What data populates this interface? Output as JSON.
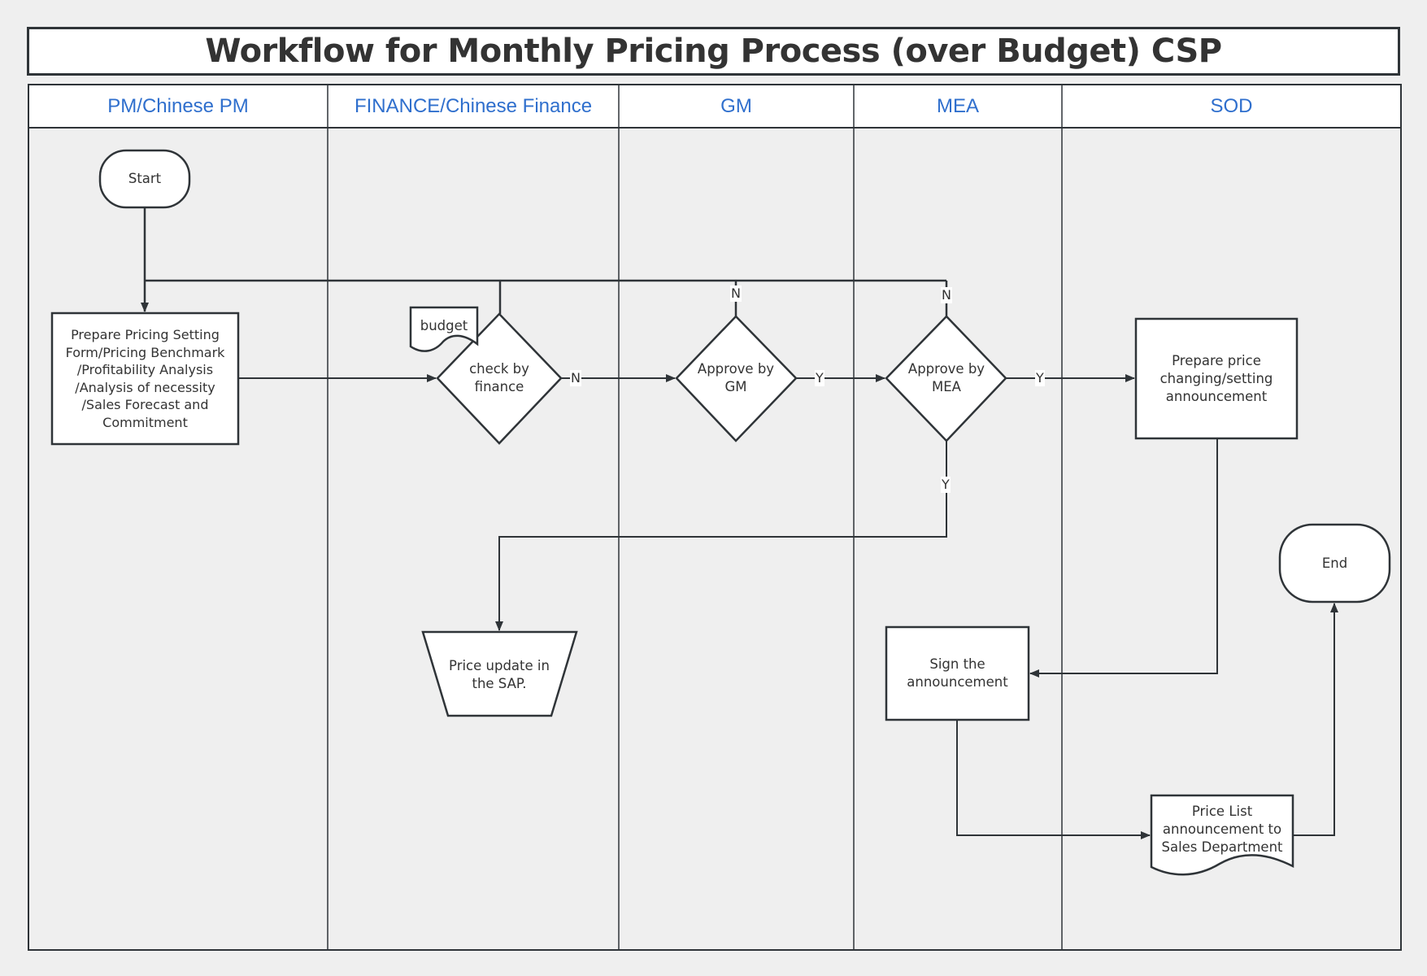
{
  "title": "Workflow for Monthly Pricing Process (over Budget) CSP",
  "colors": {
    "background": "#efefef",
    "lane_header_text": "#2f6fcd",
    "stroke": "#2f3438",
    "node_fill": "#ffffff"
  },
  "lanes": [
    {
      "id": "pm",
      "label": "PM/Chinese PM"
    },
    {
      "id": "finance",
      "label": "FINANCE/Chinese Finance"
    },
    {
      "id": "gm",
      "label": "GM"
    },
    {
      "id": "mea",
      "label": "MEA"
    },
    {
      "id": "sod",
      "label": "SOD"
    }
  ],
  "nodes": {
    "start": {
      "type": "terminator",
      "lane": "pm",
      "label": "Start"
    },
    "prepare_pricing": {
      "type": "process",
      "lane": "pm",
      "label": "Prepare Pricing Setting Form/Pricing Benchmark /Profitability Analysis /Analysis of necessity /Sales Forecast and Commitment"
    },
    "budget": {
      "type": "document",
      "lane": "finance",
      "label": "budget"
    },
    "check_finance": {
      "type": "decision",
      "lane": "finance",
      "label": "check by finance"
    },
    "approve_gm": {
      "type": "decision",
      "lane": "gm",
      "label": "Approve by GM"
    },
    "approve_mea": {
      "type": "decision",
      "lane": "mea",
      "label": "Approve by MEA"
    },
    "prepare_announcement": {
      "type": "process",
      "lane": "sod",
      "label": "Prepare price changing/setting announcement"
    },
    "price_update_sap": {
      "type": "manual-operation",
      "lane": "finance",
      "label": "Price update in the SAP."
    },
    "sign_announcement": {
      "type": "process",
      "lane": "mea",
      "label": "Sign the announcement"
    },
    "price_list_doc": {
      "type": "document",
      "lane": "sod",
      "label": "Price List announcement to Sales Department"
    },
    "end": {
      "type": "terminator",
      "lane": "sod",
      "label": "End"
    }
  },
  "edge_labels": {
    "finance_to_gm": "N",
    "gm_no": "N",
    "gm_to_mea": "Y",
    "mea_no": "N",
    "mea_to_sod": "Y",
    "mea_to_sap": "Y"
  },
  "edges": [
    {
      "from": "start",
      "to": "prepare_pricing",
      "label": ""
    },
    {
      "from": "prepare_pricing",
      "to": "check_finance",
      "label": ""
    },
    {
      "from": "check_finance",
      "to": "approve_gm",
      "label": "N"
    },
    {
      "from": "check_finance",
      "to": "prepare_pricing",
      "label": ""
    },
    {
      "from": "approve_gm",
      "to": "prepare_pricing",
      "label": "N"
    },
    {
      "from": "approve_gm",
      "to": "approve_mea",
      "label": "Y"
    },
    {
      "from": "approve_mea",
      "to": "prepare_pricing",
      "label": "N"
    },
    {
      "from": "approve_mea",
      "to": "prepare_announcement",
      "label": "Y"
    },
    {
      "from": "approve_mea",
      "to": "price_update_sap",
      "label": "Y"
    },
    {
      "from": "prepare_announcement",
      "to": "sign_announcement",
      "label": ""
    },
    {
      "from": "sign_announcement",
      "to": "price_list_doc",
      "label": ""
    },
    {
      "from": "price_list_doc",
      "to": "end",
      "label": ""
    }
  ]
}
